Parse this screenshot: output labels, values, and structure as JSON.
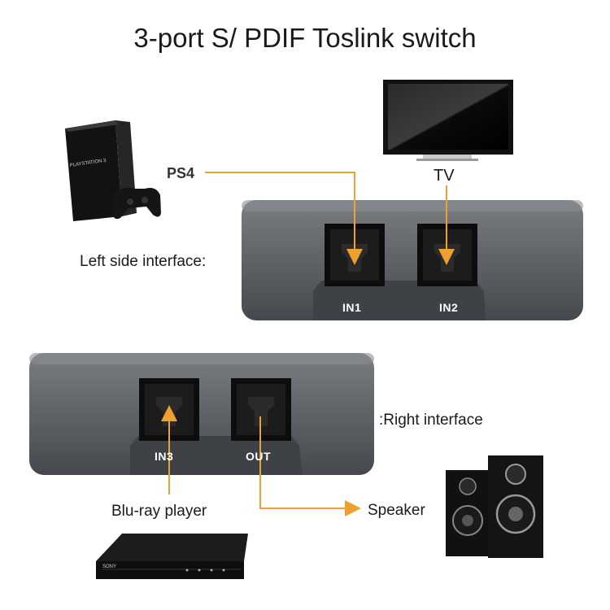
{
  "title": "3-port S/ PDIF Toslink switch",
  "labels": {
    "ps4": "PS4",
    "tv": "TV",
    "left_side": "Left side interface:",
    "right_side": ":Right interface",
    "bluray": "Blu-ray player",
    "speaker": "Speaker"
  },
  "ports": {
    "in1": "IN1",
    "in2": "IN2",
    "in3": "IN3",
    "out": "OUT"
  },
  "devices": {
    "console_logo": "PLAYSTATION 3",
    "bluray_brand": "SONY"
  },
  "colors": {
    "arrow": "#f0a030",
    "housing": "#5e6166",
    "housing_dark": "#3f4246",
    "port": "#111111"
  }
}
